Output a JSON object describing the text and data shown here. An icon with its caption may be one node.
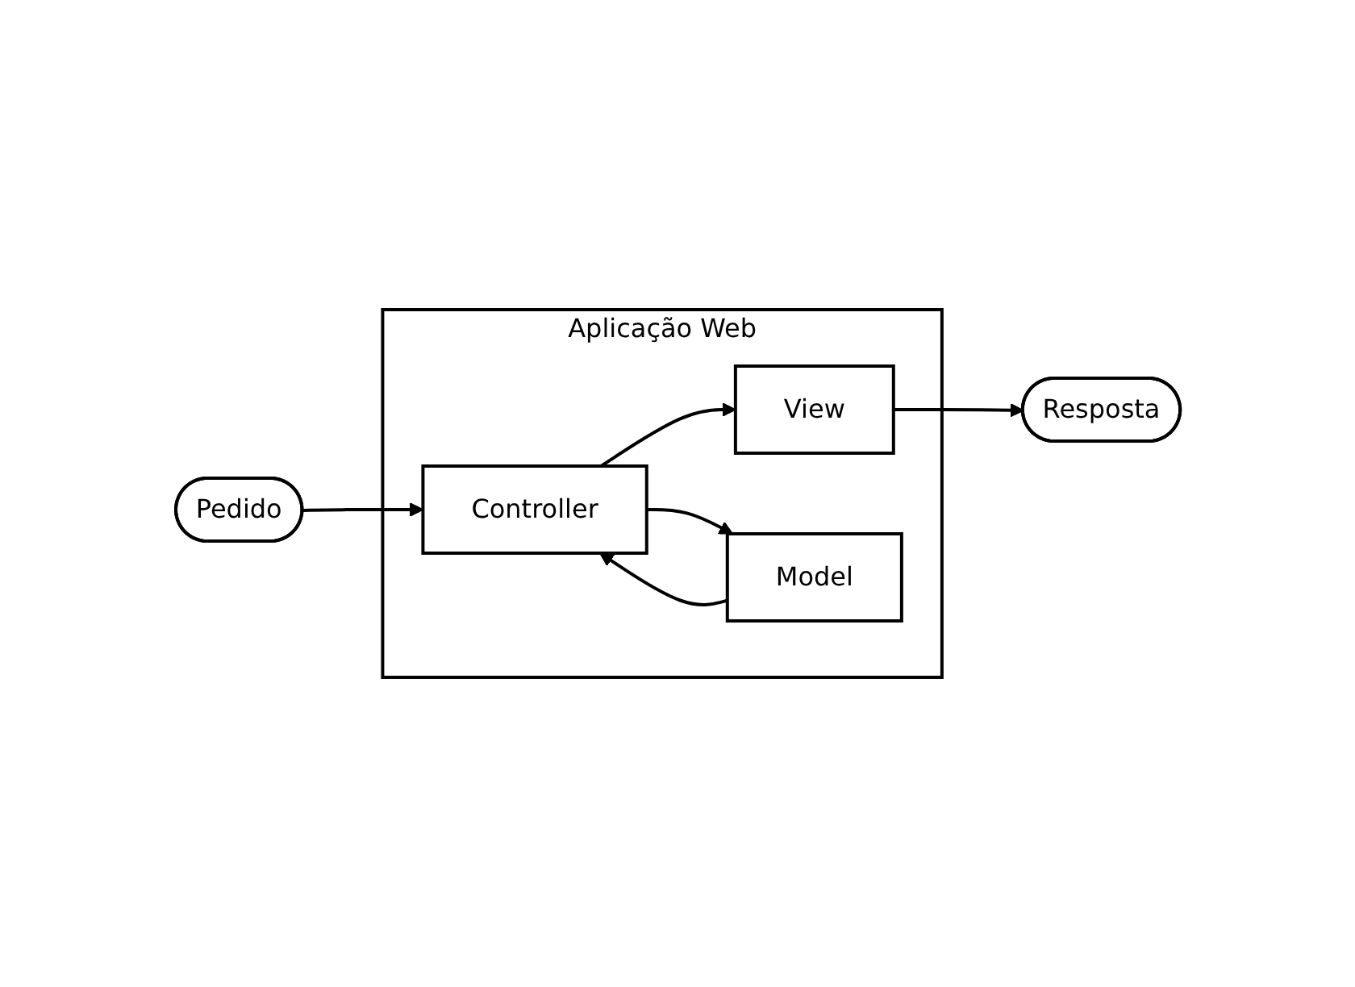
{
  "diagram": {
    "nodes": [
      {
        "text": [
          "Pedido"
        ]
      },
      {
        "text": [
          "Resposta"
        ]
      },
      {
        "text": [
          "Aplicação Web"
        ]
      },
      {
        "text": [
          "Controller"
        ],
        "in": 2
      },
      {
        "text": [
          "View"
        ],
        "in": 2
      },
      {
        "text": [
          "Model"
        ],
        "in": 2
      }
    ],
    "edges": [
      {
        "from": 0,
        "to": 3,
        "arrow": "to"
      },
      {
        "from": 4,
        "to": 1,
        "arrow": "to"
      },
      {
        "from": 3,
        "to": 4,
        "arrow": "to"
      },
      {
        "from": 5,
        "to": 3,
        "arrow": "to"
      },
      {
        "from": 3,
        "to": 5,
        "arrow": "to"
      }
    ]
  }
}
